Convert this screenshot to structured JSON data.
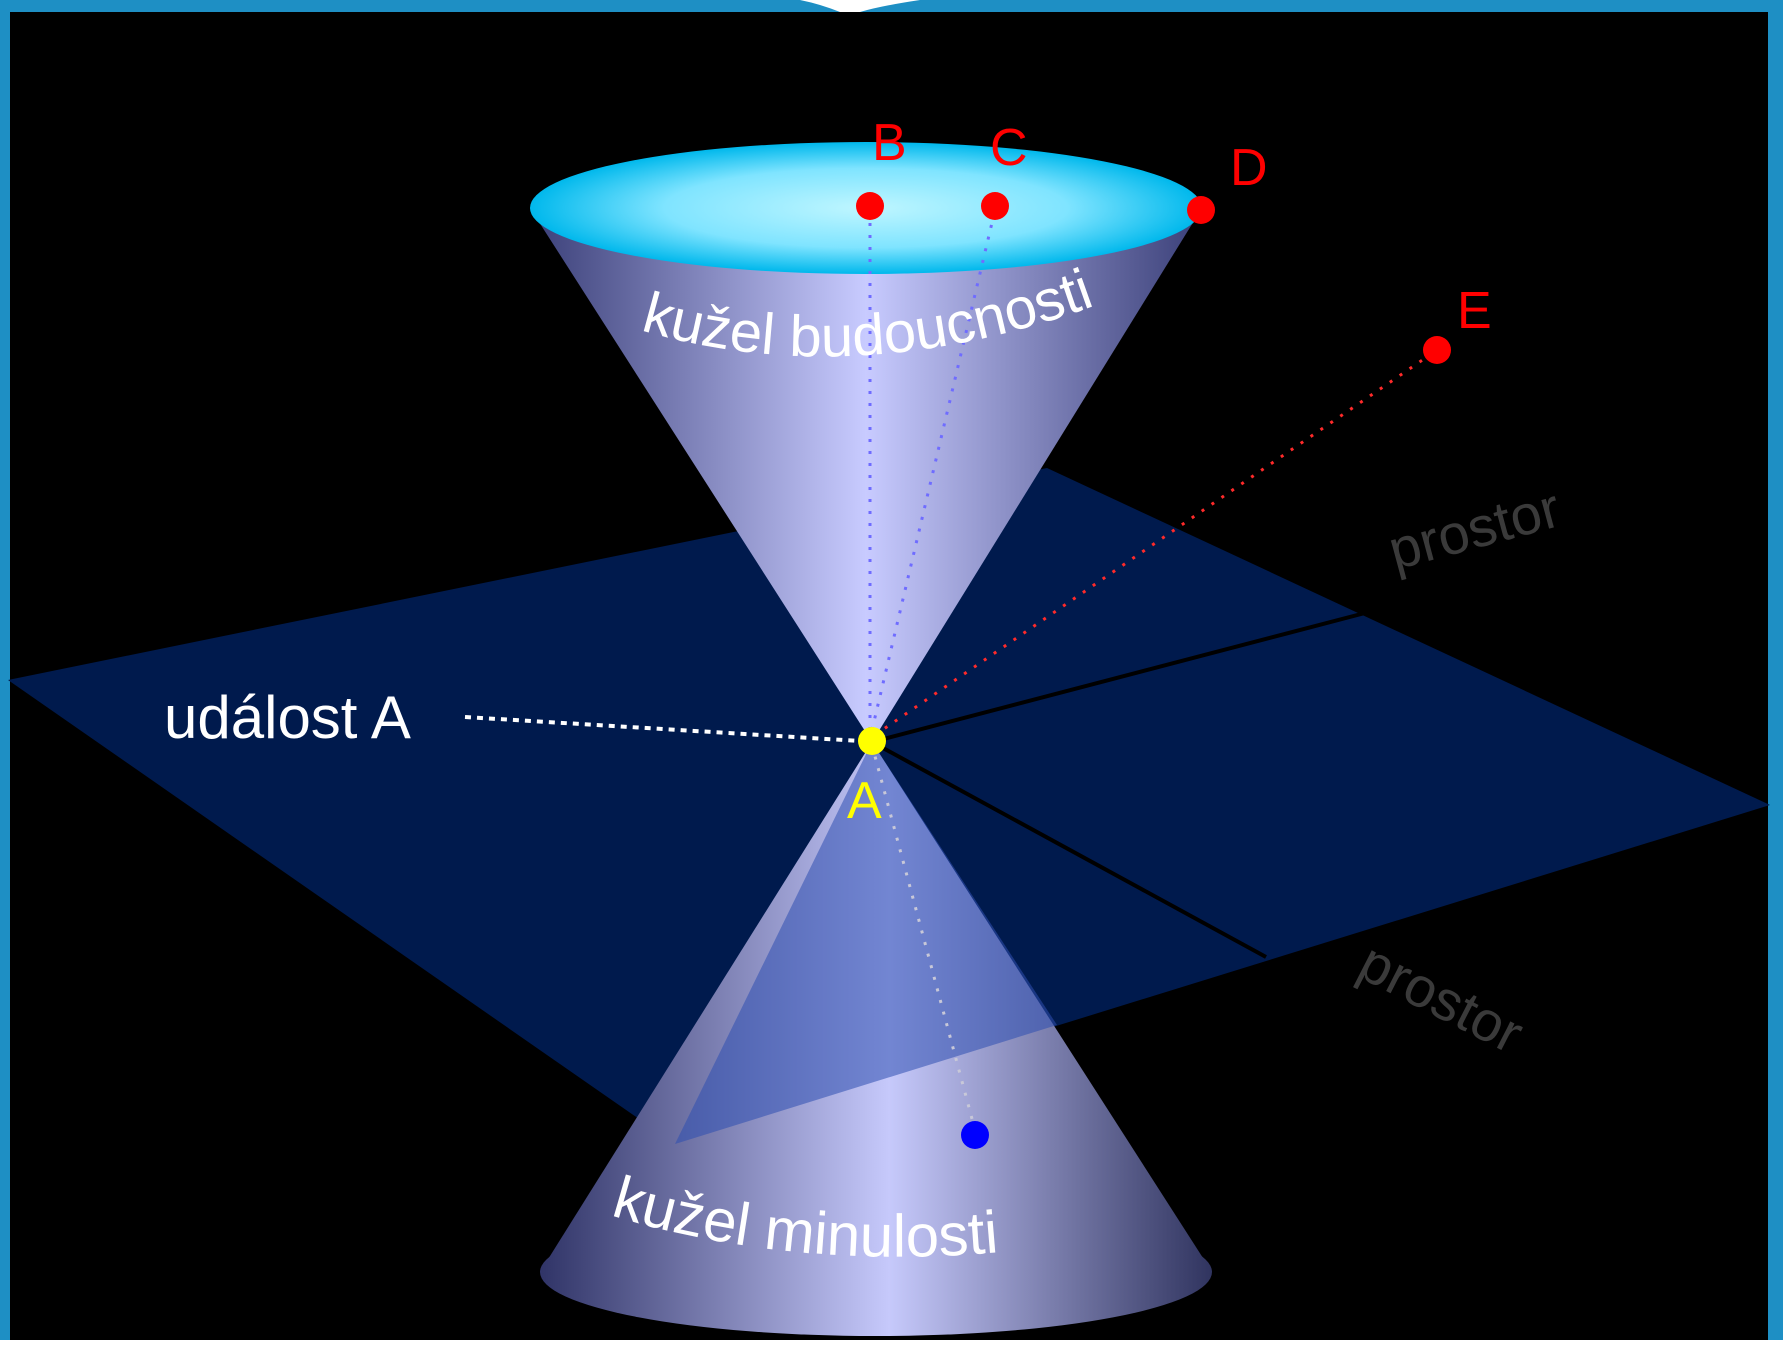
{
  "diagram": {
    "event_label": "událost A",
    "future_cone_label": "kužel budoucnosti",
    "past_cone_label": "kužel minulosti",
    "space_label_upper": "prostor",
    "space_label_lower": "prostor",
    "points": {
      "A": "A",
      "B": "B",
      "C": "C",
      "D": "D",
      "E": "E"
    }
  },
  "colors": {
    "background": "#000000",
    "plane": "#001a4d",
    "cone_top_rim": "#00bfff",
    "future_points": "#ff0000",
    "event_point": "#ffff00",
    "past_point": "#0000ff",
    "space_label": "#3a3a3a"
  }
}
